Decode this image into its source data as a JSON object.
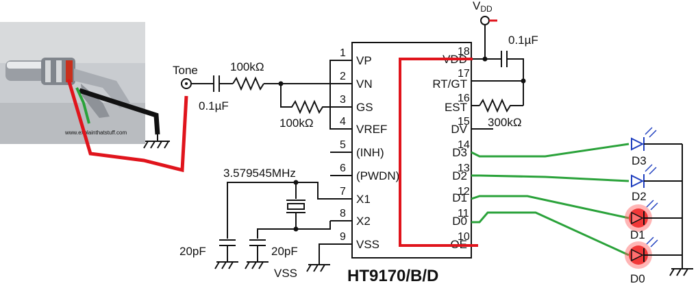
{
  "chip": {
    "part_number": "HT9170/B/D",
    "left_pins": [
      {
        "num": "1",
        "name": "VP"
      },
      {
        "num": "2",
        "name": "VN"
      },
      {
        "num": "3",
        "name": "GS"
      },
      {
        "num": "4",
        "name": "VREF"
      },
      {
        "num": "5",
        "name": "(INH)"
      },
      {
        "num": "6",
        "name": "(PWDN)"
      },
      {
        "num": "7",
        "name": "X1"
      },
      {
        "num": "8",
        "name": "X2"
      },
      {
        "num": "9",
        "name": "VSS"
      }
    ],
    "right_pins": [
      {
        "num": "18",
        "name": "VDD"
      },
      {
        "num": "17",
        "name": "RT/GT"
      },
      {
        "num": "16",
        "name": "EST"
      },
      {
        "num": "15",
        "name": "DV"
      },
      {
        "num": "14",
        "name": "D3"
      },
      {
        "num": "13",
        "name": "D2"
      },
      {
        "num": "12",
        "name": "D1"
      },
      {
        "num": "11",
        "name": "D0"
      },
      {
        "num": "10",
        "name": "OE"
      }
    ]
  },
  "labels": {
    "tone": "Tone",
    "vdd": "V",
    "vdd_sub": "DD",
    "cap_in": "0.1µF",
    "res_in": "100kΩ",
    "res_fb": "100kΩ",
    "cap_vdd": "0.1µF",
    "res_est": "300kΩ",
    "crystal": "3.579545MHz",
    "cap_x1": "20pF",
    "cap_x2": "20pF",
    "vss": "VSS",
    "photo_watermark": "www.explainthatstuff.com"
  },
  "leds": [
    {
      "name": "D3",
      "color": "#1f3fbf"
    },
    {
      "name": "D2",
      "color": "#1f3fbf"
    },
    {
      "name": "D1",
      "color": "#e01818"
    },
    {
      "name": "D0",
      "color": "#e01818"
    }
  ],
  "colors": {
    "wire": "#111111",
    "red_wire": "#e0141c",
    "green_wire": "#2aa23a"
  }
}
